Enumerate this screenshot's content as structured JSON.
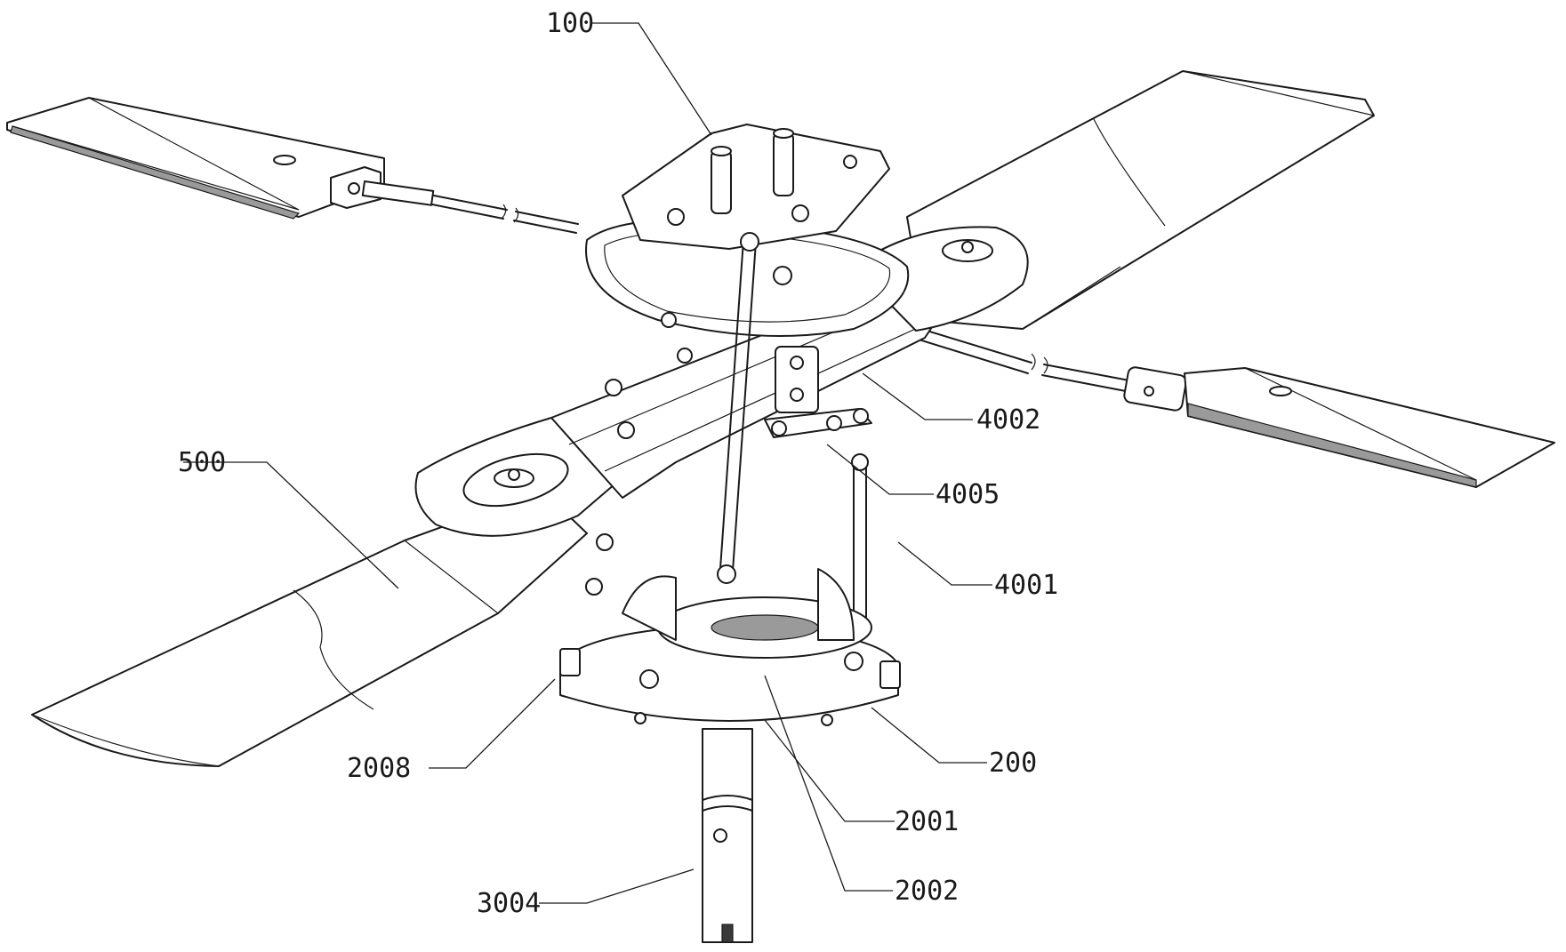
{
  "figure": {
    "labels": [
      {
        "id": "ref-100",
        "text": "100"
      },
      {
        "id": "ref-4002",
        "text": "4002"
      },
      {
        "id": "ref-500",
        "text": "500"
      },
      {
        "id": "ref-4005",
        "text": "4005"
      },
      {
        "id": "ref-4001",
        "text": "4001"
      },
      {
        "id": "ref-2008",
        "text": "2008"
      },
      {
        "id": "ref-200",
        "text": "200"
      },
      {
        "id": "ref-2001",
        "text": "2001"
      },
      {
        "id": "ref-2002",
        "text": "2002"
      },
      {
        "id": "ref-3004",
        "text": "3004"
      }
    ]
  }
}
